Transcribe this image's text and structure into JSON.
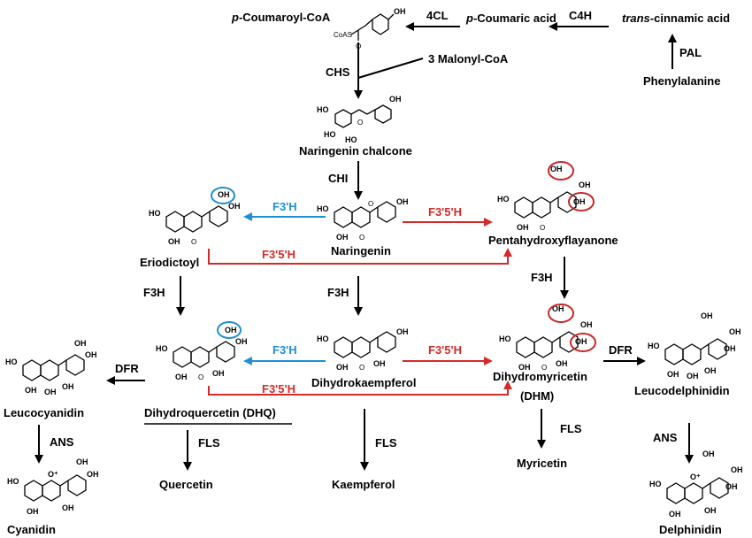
{
  "compounds": {
    "coumaroyl_coa": "p-Coumaroyl-CoA",
    "coumaroyl_coa_prefix": "p",
    "coumaroyl_coa_rest": "-Coumaroyl-CoA",
    "coumaric_prefix": "p",
    "coumaric_rest": "-Coumaric acid",
    "cinnamic_prefix": "trans",
    "cinnamic_rest": "-cinnamic  acid",
    "phenylalanine": "Phenylalanine",
    "malonyl": "3 Malonyl-CoA",
    "naringenin_chalcone": "Naringenin chalcone",
    "naringenin": "Naringenin",
    "eriodictyol": "Eriodictoyl",
    "pentahydroxy": "Pentahydroxyflayanone",
    "dihydrokaempferol": "Dihydrokaempferol",
    "dhq": "Dihydroquercetin (DHQ)",
    "dhm": "Dihydromyricetin",
    "dhm_abbr": "(DHM)",
    "leucocyanidin": "Leucocyanidin",
    "leucodelphinidin": "Leucodelphinidin",
    "cyanidin": "Cyanidin",
    "delphinidin": "Delphinidin",
    "quercetin": "Quercetin",
    "kaempferol": "Kaempferol",
    "myricetin": "Myricetin"
  },
  "enzymes": {
    "c4h": "C4H",
    "fourcl": "4CL",
    "pal": "PAL",
    "chs": "CHS",
    "chi": "CHI",
    "f3h_1": "F3H",
    "f3h_2": "F3H",
    "f3h_3": "F3H",
    "f3ph_1": "F3'H",
    "f3ph_2": "F3'H",
    "f35h_1": "F3'5'H",
    "f35h_2": "F3'5'H",
    "f35h_3": "F3'5'H",
    "f35h_4": "F3'5'H",
    "dfr_1": "DFR",
    "dfr_2": "DFR",
    "ans_1": "ANS",
    "ans_2": "ANS",
    "fls_1": "FLS",
    "fls_2": "FLS",
    "fls_3": "FLS"
  },
  "atoms": {
    "oh": "OH",
    "ho": "HO",
    "o": "O",
    "coas": "CoAS",
    "o_plus": "O⁺"
  },
  "colors": {
    "blue": "#1f8fd6",
    "red": "#d62a2a",
    "black": "#000000"
  }
}
